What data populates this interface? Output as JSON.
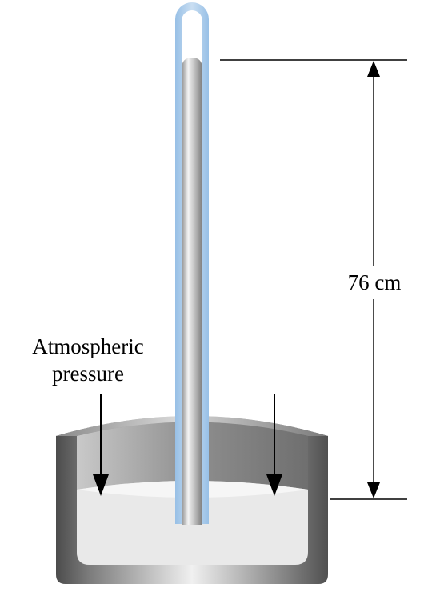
{
  "labels": {
    "atmospheric_line1": "Atmospheric",
    "atmospheric_line2": "pressure",
    "height": "76 cm"
  },
  "colors": {
    "glass_tube": "#a9cbea",
    "mercury_light": "#f2f2f2",
    "mercury_dark": "#8d8d8d",
    "dish_outer": "#5f5f5f",
    "dish_inner": "#9a9a9a",
    "dish_liquid": "#e9e9e9",
    "line": "#000000"
  },
  "icons": [
    "down-arrow-icon",
    "up-arrow-icon"
  ]
}
